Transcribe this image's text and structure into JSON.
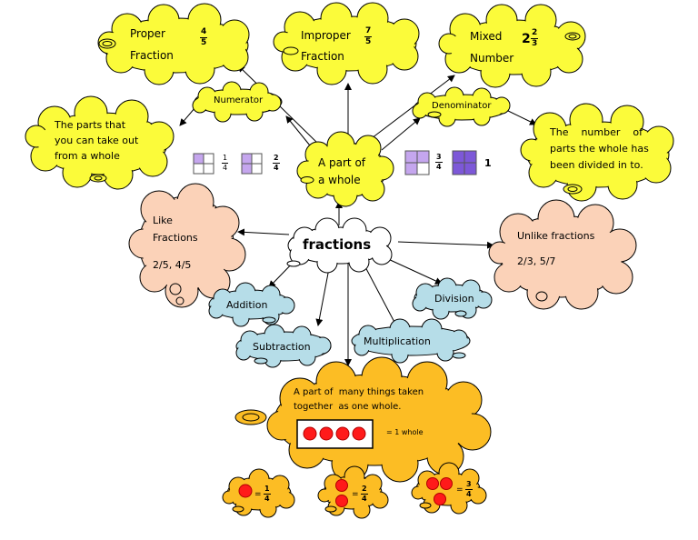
{
  "center": {
    "label": "fractions"
  },
  "part_whole": {
    "line1": "A part of",
    "line2": "a whole"
  },
  "proper": {
    "line1": "Proper",
    "line2": "Fraction",
    "num": "4",
    "den": "5"
  },
  "improper": {
    "line1": "Improper",
    "line2": "Fraction",
    "num": "7",
    "den": "5"
  },
  "mixed": {
    "line1": "Mixed",
    "line2": "Number",
    "whole": "2",
    "num": "2",
    "den": "3"
  },
  "numerator": {
    "label": "Numerator",
    "desc_l1": "The parts that",
    "desc_l2": "you can take out",
    "desc_l3": "from a whole"
  },
  "denominator": {
    "label": "Denominator",
    "desc_l1": "The    number    of",
    "desc_l2": "parts the whole has",
    "desc_l3": "been divided in to."
  },
  "squares": [
    {
      "num": "1",
      "den": "4"
    },
    {
      "num": "2",
      "den": "4"
    },
    {
      "num": "3",
      "den": "4"
    },
    {
      "whole": "1"
    }
  ],
  "like": {
    "line1": "Like",
    "line2": "Fractions",
    "example": "2/5, 4/5"
  },
  "unlike": {
    "title": "Unlike fractions",
    "example": "2/3, 5/7"
  },
  "operations": {
    "addition": "Addition",
    "subtraction": "Subtraction",
    "multiplication": "Multiplication",
    "division": "Division"
  },
  "group": {
    "line1": "A part of  many things taken",
    "line2": "together  as one whole.",
    "whole_label": "= 1 whole"
  },
  "dots_fracs": [
    {
      "num": "1",
      "den": "4"
    },
    {
      "num": "2",
      "den": "4"
    },
    {
      "num": "3",
      "den": "4"
    }
  ],
  "colors": {
    "yellow_cloud": "#fbfb3a",
    "peach_cloud": "#fbd2b8",
    "blue_cloud": "#b6dde8",
    "orange_cloud": "#fcbd24",
    "purple": "#c5a6ee",
    "dark_purple": "#7d58d8",
    "red": "#ff1a1a"
  }
}
